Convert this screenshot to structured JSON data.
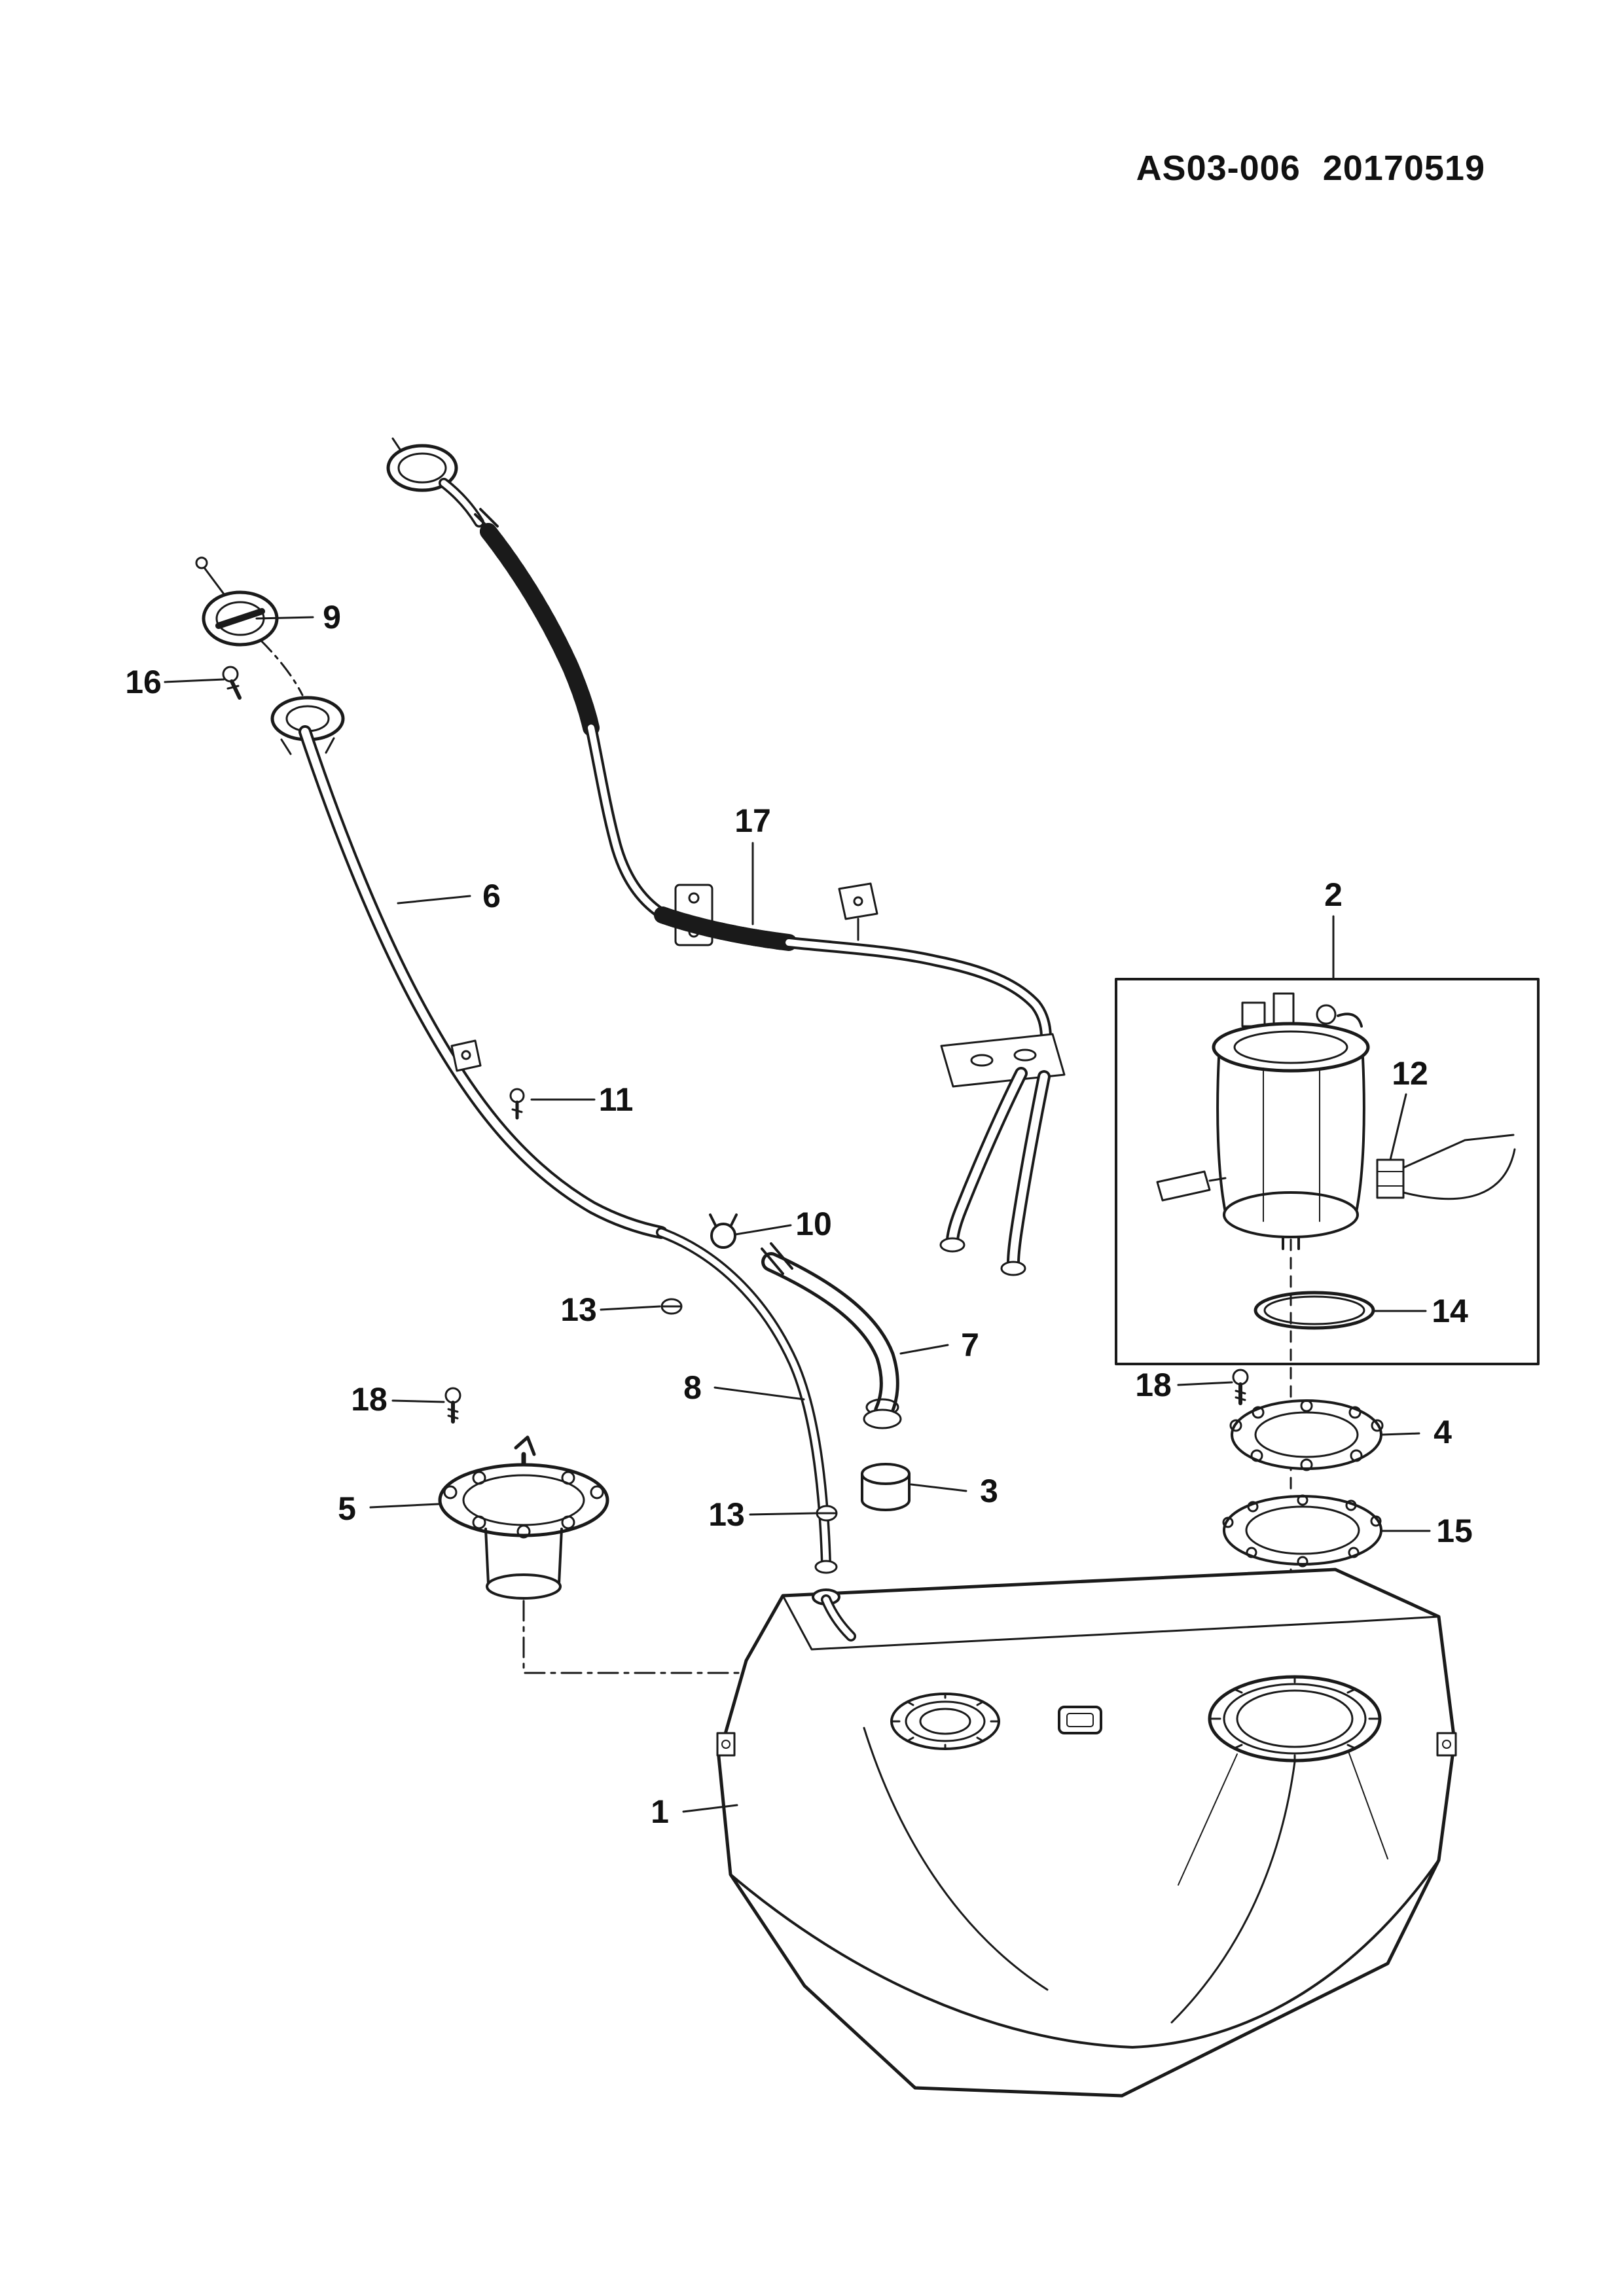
{
  "header": {
    "code": "AS03-006",
    "date": "20170519"
  },
  "colors": {
    "background": "#ffffff",
    "line": "#1a1a1a"
  },
  "callouts": [
    {
      "label": "9"
    },
    {
      "label": "16"
    },
    {
      "label": "6"
    },
    {
      "label": "17"
    },
    {
      "label": "2"
    },
    {
      "label": "12"
    },
    {
      "label": "11"
    },
    {
      "label": "10"
    },
    {
      "label": "13"
    },
    {
      "label": "7"
    },
    {
      "label": "8"
    },
    {
      "label": "18"
    },
    {
      "label": "5"
    },
    {
      "label": "13"
    },
    {
      "label": "3"
    },
    {
      "label": "18"
    },
    {
      "label": "4"
    },
    {
      "label": "14"
    },
    {
      "label": "15"
    },
    {
      "label": "1"
    }
  ]
}
